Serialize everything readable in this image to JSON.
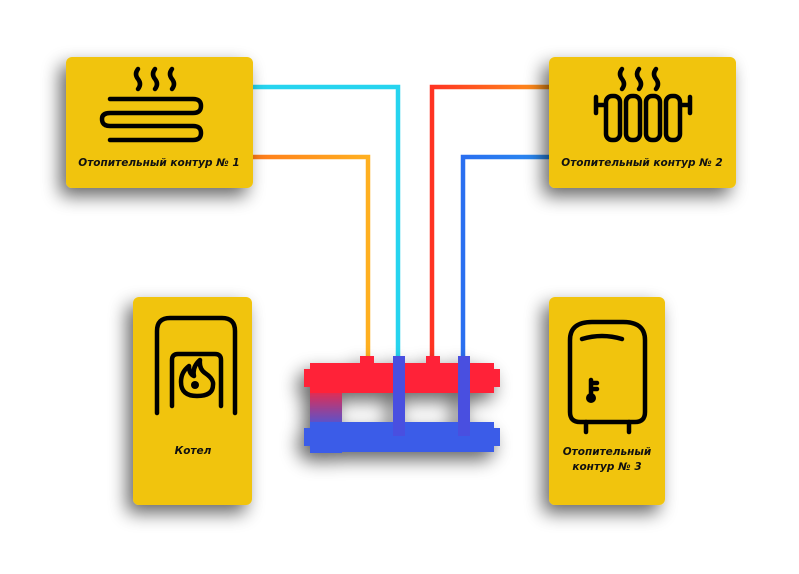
{
  "title": "",
  "nodes": {
    "circuit1": {
      "label": "Отопительный контур № 1",
      "icon": "underfloor-heating-icon"
    },
    "circuit2": {
      "label": "Отопительный контур № 2",
      "icon": "radiator-icon"
    },
    "boiler": {
      "label": "Котел",
      "icon": "boiler-flame-icon"
    },
    "circuit3": {
      "label_line1": "Отопительный",
      "label_line2": "контур № 3",
      "icon": "water-tank-icon"
    }
  },
  "colors": {
    "card": "#f1c40b",
    "hot": "#ff2233",
    "cold": "#22d8f0",
    "blue": "#2e63e8",
    "orange": "#f39c12"
  }
}
